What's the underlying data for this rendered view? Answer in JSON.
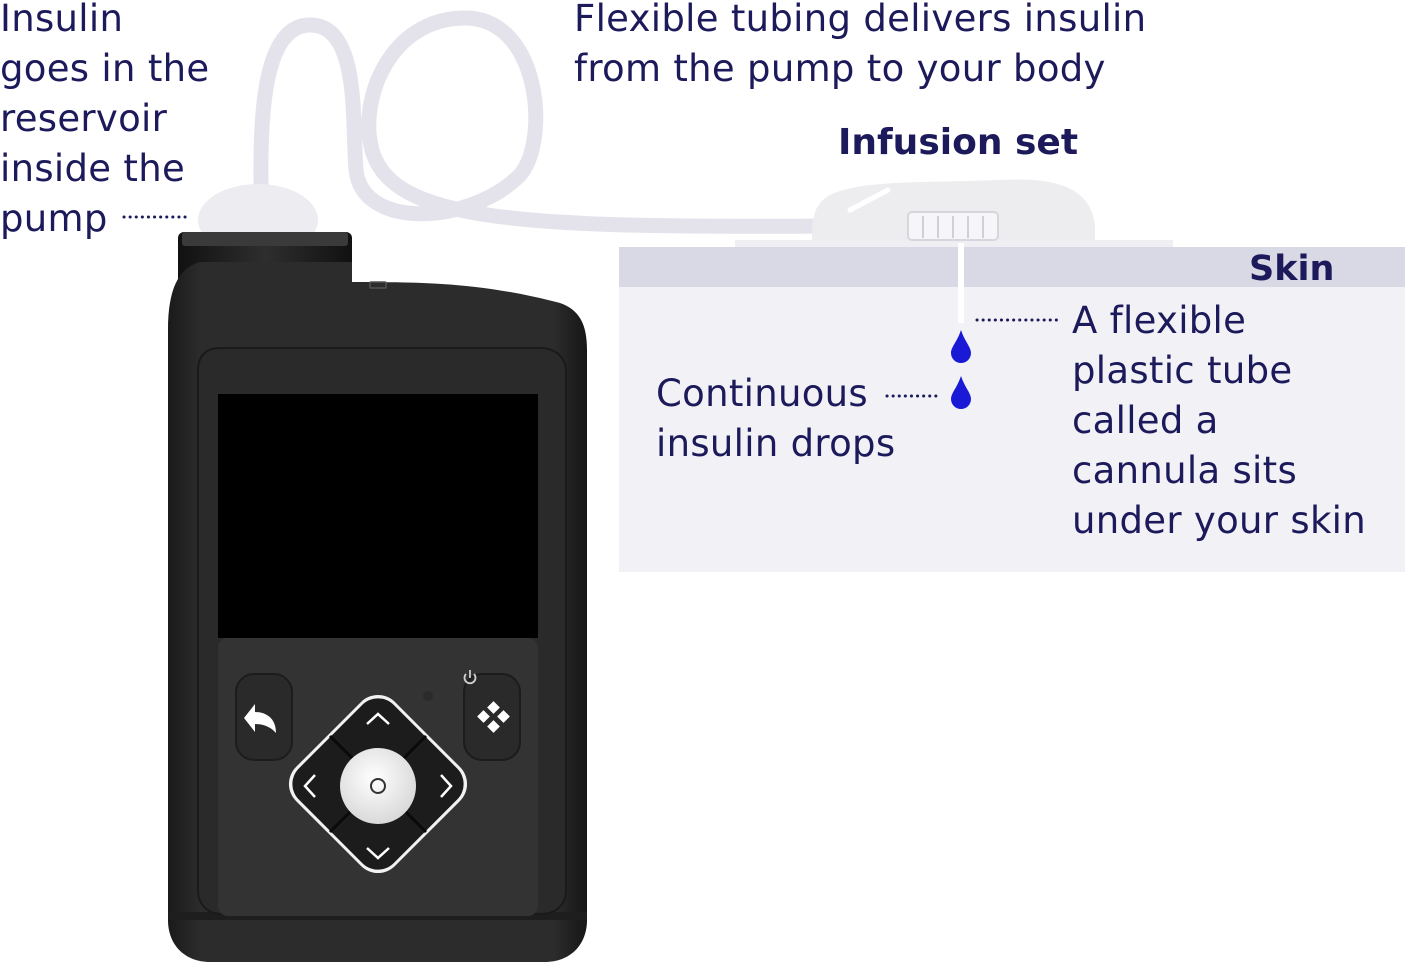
{
  "labels": {
    "reservoir": [
      "Insulin",
      "goes in the",
      "reservoir",
      "inside the",
      "pump"
    ],
    "tubing": [
      "Flexible tubing delivers insulin",
      "from the pump to your body"
    ],
    "infusion_set": "Infusion set",
    "skin": "Skin",
    "drops": [
      "Continuous",
      "insulin drops"
    ],
    "cannula": [
      "A flexible",
      "plastic tube",
      "called a",
      "cannula sits",
      "under your skin"
    ]
  },
  "colors": {
    "text": "#1c1a5a",
    "skin_band": "#d9d9e6",
    "skin_body": "#f1f1f6",
    "tubing": "#e4e3ec",
    "drop": "#1a1ad6",
    "device": "#262626",
    "screen": "#000000"
  },
  "icons": {
    "back_button": "back-arrow-icon",
    "menu_button": "four-diamond-icon",
    "power_indicator": "power-icon",
    "up": "chevron-up-icon",
    "down": "chevron-down-icon",
    "left": "chevron-left-icon",
    "right": "chevron-right-icon",
    "select": "circle-select-icon"
  }
}
